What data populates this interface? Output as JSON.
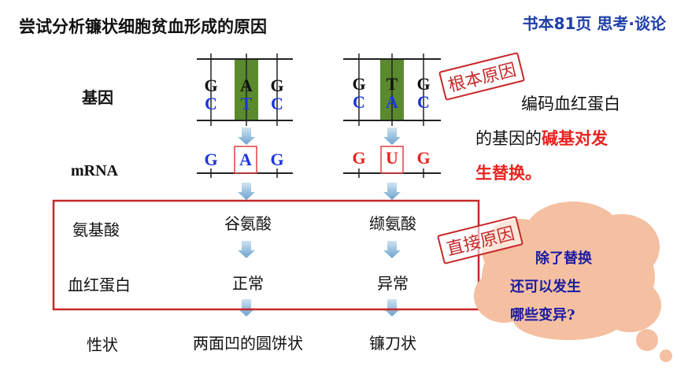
{
  "title": "尝试分析镰状细胞贫血形成的原因",
  "reference": "书本81页 思考·谈论",
  "rows": {
    "gene": "基因",
    "mrna": "mRNA",
    "amino": "氨基酸",
    "hemoglobin": "血红蛋白",
    "trait": "性状"
  },
  "normal": {
    "dna_top": [
      "G",
      "A",
      "G"
    ],
    "dna_bottom": [
      "C",
      "T",
      "C"
    ],
    "mrna": [
      "G",
      "A",
      "G"
    ],
    "amino": "谷氨酸",
    "hemoglobin": "正常",
    "trait": "两面凹的圆饼状"
  },
  "mutant": {
    "dna_top": [
      "G",
      "T",
      "G"
    ],
    "dna_bottom": [
      "C",
      "A",
      "C"
    ],
    "mrna": [
      "G",
      "U",
      "G"
    ],
    "amino": "缬氨酸",
    "hemoglobin": "异常",
    "trait": "镰刀状"
  },
  "stamps": {
    "root": "根本原因",
    "direct": "直接原因"
  },
  "note": {
    "line1": "编码血红蛋白",
    "line2_prefix": "的基因的",
    "line2_highlight": "碱基对发",
    "line3_highlight": "生替换。"
  },
  "cloud": {
    "line1": "除了替换",
    "line2": "还可以发生",
    "line3": "哪些变异?"
  },
  "colors": {
    "highlight_bar": "#5b8a2e",
    "frame": "#c82828",
    "cloud_fill": "#f5c0a2"
  }
}
